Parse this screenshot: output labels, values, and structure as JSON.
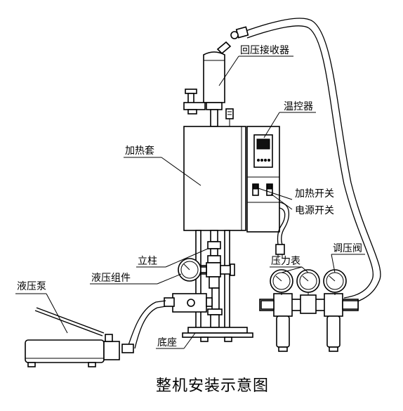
{
  "diagram": {
    "caption": "整机安装示意图",
    "labels": {
      "back_pressure_receiver": "回压接收器",
      "temperature_controller": "温控器",
      "heating_jacket": "加热套",
      "heating_switch": "加热开关",
      "power_switch": "电源开关",
      "pressure_gauge": "压力表",
      "regulating_valve": "调压阀",
      "column": "立柱",
      "hydraulic_assembly": "液压组件",
      "hydraulic_pump": "液压泵",
      "base": "底座"
    }
  }
}
